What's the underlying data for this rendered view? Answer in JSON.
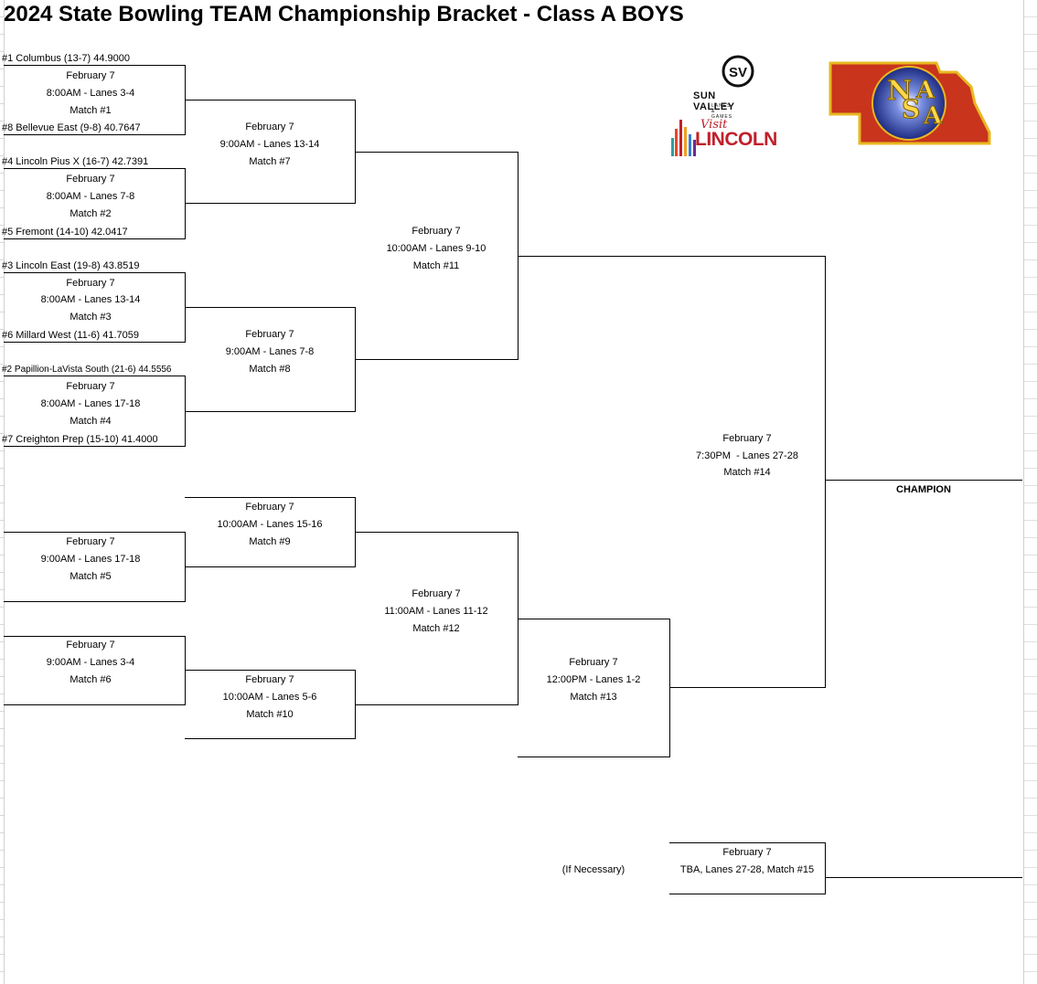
{
  "title": "2024 State Bowling TEAM Championship Bracket - Class A BOYS",
  "teams": {
    "t1": "#1 Columbus (13-7) 44.9000",
    "t8": "#8 Bellevue East (9-8) 40.7647",
    "t4": "#4 Lincoln Pius X (16-7) 42.7391",
    "t5": "#5 Fremont (14-10) 42.0417",
    "t3": "#3 Lincoln East (19-8) 43.8519",
    "t6": "#6 Millard West (11-6) 41.7059",
    "t2": "#2 Papillion-LaVista South (21-6) 44.5556",
    "t7": "#7 Creighton Prep (15-10) 41.4000"
  },
  "matches": {
    "m1": {
      "date": "February 7",
      "time": "8:00AM - Lanes 3-4",
      "label": "Match #1"
    },
    "m2": {
      "date": "February 7",
      "time": "8:00AM - Lanes 7-8",
      "label": "Match #2"
    },
    "m3": {
      "date": "February 7",
      "time": "8:00AM - Lanes 13-14",
      "label": "Match #3"
    },
    "m4": {
      "date": "February 7",
      "time": "8:00AM - Lanes 17-18",
      "label": "Match #4"
    },
    "m5": {
      "date": "February 7",
      "time": "9:00AM - Lanes 17-18",
      "label": "Match #5"
    },
    "m6": {
      "date": "February 7",
      "time": "9:00AM - Lanes 3-4",
      "label": "Match #6"
    },
    "m7": {
      "date": "February 7",
      "time": "9:00AM - Lanes 13-14",
      "label": "Match #7"
    },
    "m8": {
      "date": "February 7",
      "time": "9:00AM - Lanes 7-8",
      "label": "Match #8"
    },
    "m9": {
      "date": "February 7",
      "time": "10:00AM - Lanes 15-16",
      "label": "Match #9"
    },
    "m10": {
      "date": "February 7",
      "time": "10:00AM - Lanes 5-6",
      "label": "Match #10"
    },
    "m11": {
      "date": "February 7",
      "time": "10:00AM - Lanes 9-10",
      "label": "Match #11"
    },
    "m12": {
      "date": "February 7",
      "time": "11:00AM - Lanes 11-12",
      "label": "Match #12"
    },
    "m13": {
      "date": "February 7",
      "time": "12:00PM - Lanes 1-2",
      "label": "Match #13"
    },
    "m14": {
      "date": "February 7",
      "time": "7:30PM  - Lanes 27-28",
      "label": "Match #14"
    },
    "m15": {
      "date": "February 7",
      "time": "TBA, Lanes 27-28, Match #15",
      "if_necessary": "(If Necessary)"
    }
  },
  "champion_label": "CHAMPION",
  "logos": {
    "sun_valley": {
      "text": "SUN VALLEY",
      "sub": "LANES & GAMES",
      "mark": "SV"
    },
    "visit_lincoln": {
      "visit": "Visit",
      "city": "LINCOLN"
    },
    "nsaa": {
      "letters": [
        "N",
        "S",
        "A",
        "A"
      ],
      "colors": {
        "red": "#c8341c",
        "gold": "#e8b820",
        "blue": "#2a3f9a"
      }
    }
  }
}
